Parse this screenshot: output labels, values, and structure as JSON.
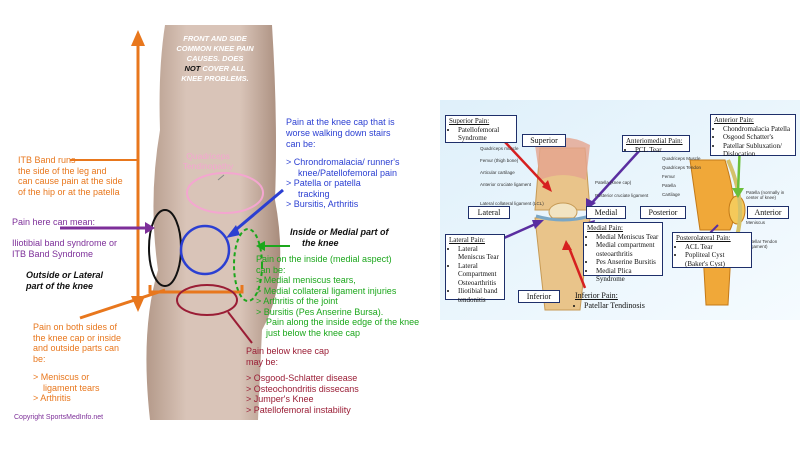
{
  "left_panel": {
    "header": [
      "FRONT AND SIDE",
      "COMMON KNEE PAIN",
      "CAUSES. DOES",
      "NOT COVER ALL",
      "KNEE PROBLEMS."
    ],
    "header_not": "NOT",
    "itb": [
      "ITB Band runs",
      "the side of the leg and",
      "can cause pain at the side",
      "of the hip or at the patella"
    ],
    "pain_here": "Pain here can mean:",
    "pain_here_causes": [
      "Iliotibial band syndrome or",
      "ITB Band Syndrome"
    ],
    "outside": [
      "Outside or Lateral",
      "part of the knee"
    ],
    "quad": [
      "Quadriceps",
      "Tendinopathy"
    ],
    "kneecap": [
      "Pain at the knee cap that is",
      "worse walking down stairs",
      "can be:"
    ],
    "kneecap_causes": [
      "> Chrondromalacia/ runner's",
      "knee/Patellofemoral pain",
      "> Patella or patella",
      "tracking",
      "> Bursitis, Arthritis"
    ],
    "inside": [
      "Inside or Medial part of",
      "the knee"
    ],
    "medial": [
      "Pain on the inside (medial aspect)",
      "can be:",
      "> Medial meniscus tears,",
      "> Medial collateral ligament injuries",
      "> Arthritis of the joint",
      "> Bursitis (Pes Anserine Bursa).",
      "Pain along the inside edge of the knee",
      "just below the knee cap"
    ],
    "both": [
      "Pain on both sides of",
      "the knee cap or inside",
      "and outside parts can",
      "be:",
      "",
      "> Meniscus or",
      "ligament tears",
      "> Arthritis"
    ],
    "below": [
      "Pain below knee cap",
      "may be:",
      "",
      "> Osgood-Schlatter disease",
      "> Osteochondritis dissecans",
      "> Jumper's Knee",
      "> Patellofemoral instability"
    ],
    "copyright": "Copyright SportsMedInfo.net"
  },
  "right_panel": {
    "superior_pain": {
      "title": "Superior Pain:",
      "items": [
        "Patellofemoral Syndrome"
      ]
    },
    "anteriomedial": {
      "title": "Anteriomedial Pain:",
      "items": [
        "PCL Tear"
      ]
    },
    "anterior_pain": {
      "title": "Anterior Pain:",
      "items": [
        "Chondromalacia Patella",
        "Osgood Schatter's",
        "Patellar Subluxation/ Dislocation"
      ]
    },
    "lateral_pain": {
      "title": "Lateral Pain:",
      "items": [
        "Lateral Meniscus Tear",
        "Lateral Compartment Osteoarthritis",
        "Iliotibial band tendonitis"
      ]
    },
    "medial_pain": {
      "title": "Medial Pain:",
      "items": [
        "Medial Meniscus Tear",
        "Medial compartment osteoarthritis",
        "Pes Anserine Bursitis",
        "Medial Plica Syndrome"
      ]
    },
    "posterolateral": {
      "title": "Posterolateral Pain:",
      "items": [
        "ACL Tear",
        "Popliteal Cyst (Baker's Cyst)"
      ]
    },
    "inferior_pain": {
      "title": "Inferior Pain:",
      "items": [
        "Patellar Tendinosis"
      ]
    },
    "labels": {
      "superior": "Superior",
      "lateral": "Lateral",
      "medial": "Medial",
      "inferior": "Inferior",
      "posterior": "Posterior",
      "anterior": "Anterior"
    },
    "anatomy_front": [
      "Quadriceps muscle",
      "Femur (thigh bone)",
      "Articular cartilage",
      "Anterior cruciate ligament",
      "Lateral collateral ligament (LCL)"
    ],
    "anatomy_front_right": [
      "Patella (knee cap)",
      "Posterior cruciate ligament"
    ],
    "anatomy_side": [
      "Quadriceps Muscle",
      "Quadriceps Tendon",
      "Femur",
      "Patella",
      "Cartilage"
    ],
    "anatomy_side_right": [
      "Patella (normally in center of knee)",
      "Meniscus",
      "Patellar Tendon (Ligament)"
    ]
  }
}
